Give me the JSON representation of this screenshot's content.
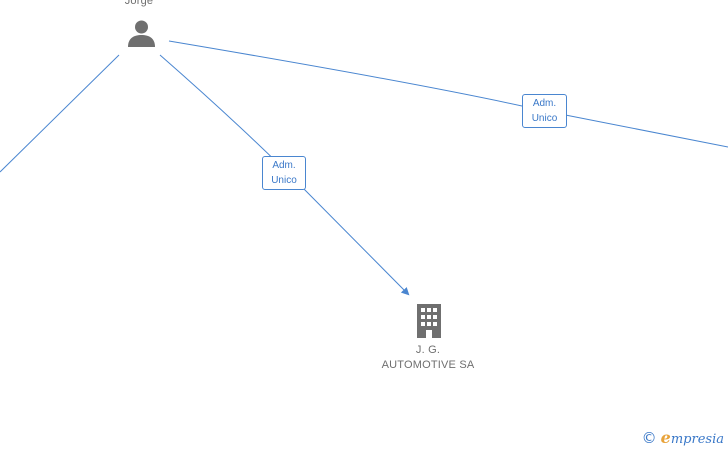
{
  "nodes": {
    "person": {
      "name": "Jorge",
      "icon": "person-icon"
    },
    "company": {
      "name_line1": "J. G.",
      "name_line2": "AUTOMOTIVE SA",
      "icon": "building-icon"
    }
  },
  "edges": [
    {
      "label_line1": "Adm.",
      "label_line2": "Unico"
    },
    {
      "label_line1": "Adm.",
      "label_line2": "Unico"
    }
  ],
  "colors": {
    "edge": "#4a86d0",
    "icon": "#6f6f6f",
    "brand_accent": "#e8a33a"
  },
  "footer": {
    "copyright_symbol": "©",
    "brand_initial": "e",
    "brand_rest": "mpresia"
  }
}
